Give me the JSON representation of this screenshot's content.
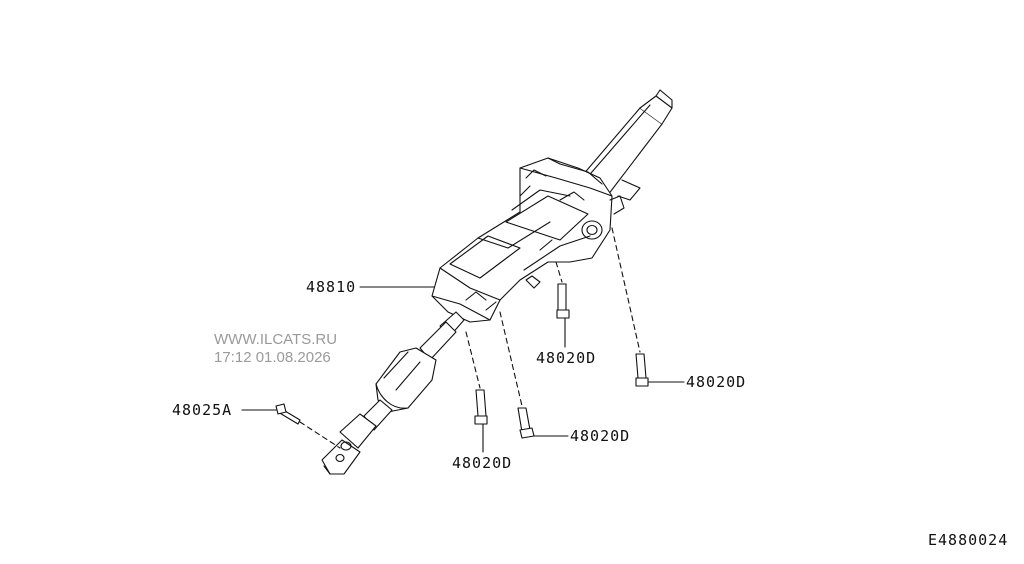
{
  "diagram": {
    "parts": [
      {
        "id": "steering-column",
        "label": "48810"
      },
      {
        "id": "bolt-left",
        "label": "48025A"
      },
      {
        "id": "bolt-1",
        "label": "48020D"
      },
      {
        "id": "bolt-2",
        "label": "48020D"
      },
      {
        "id": "bolt-3",
        "label": "48020D"
      },
      {
        "id": "bolt-4",
        "label": "48020D"
      }
    ],
    "watermark": {
      "line1": "WWW.ILCATS.RU",
      "line2": "17:12 01.08.2026"
    },
    "figure_id": "E4880024"
  }
}
